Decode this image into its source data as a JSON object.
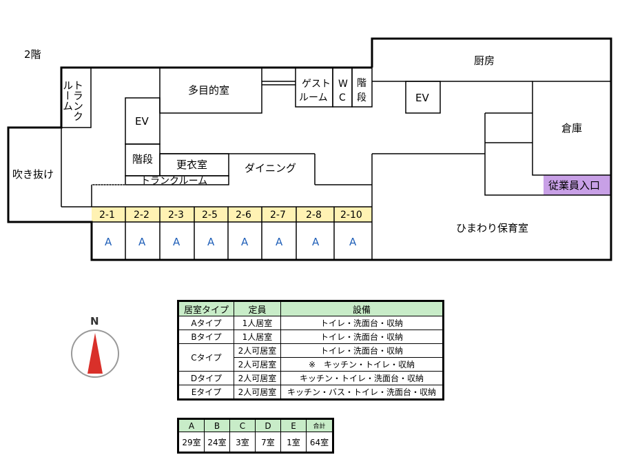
{
  "floor_label": "2階",
  "compass": {
    "north_label": "N"
  },
  "rooms": {
    "trunk_room_top": [
      "トランク",
      "ルーム"
    ],
    "ev_left": "EV",
    "multipurpose": "多目的室",
    "guest_room": [
      "ゲスト",
      "ルーム"
    ],
    "wc": [
      "W",
      "C"
    ],
    "stairs_mid": [
      "階",
      "段"
    ],
    "kitchen": "厨房",
    "ev_right": "EV",
    "storage": "倉庫",
    "staff_entrance": "従業員入口",
    "atrium": "吹き抜け",
    "stairs_left": "階段",
    "changing_room": "更衣室",
    "trunk_room_bottom": "トランクルーム",
    "dining": "ダイニング",
    "nursery": "ひまわり保育室"
  },
  "units": [
    {
      "no": "2-1",
      "type": "A"
    },
    {
      "no": "2-2",
      "type": "A"
    },
    {
      "no": "2-3",
      "type": "A"
    },
    {
      "no": "2-5",
      "type": "A"
    },
    {
      "no": "2-6",
      "type": "A"
    },
    {
      "no": "2-7",
      "type": "A"
    },
    {
      "no": "2-8",
      "type": "A"
    },
    {
      "no": "2-10",
      "type": "A"
    }
  ],
  "type_table": {
    "headers": [
      "居室タイプ",
      "定員",
      "設備"
    ],
    "rows": [
      {
        "type": "Aタイプ",
        "capacity": "1人居室",
        "equipment": "トイレ・洗面台・収納"
      },
      {
        "type": "Bタイプ",
        "capacity": "1人居室",
        "equipment": "トイレ・洗面台・収納"
      },
      {
        "type": "Cタイプ",
        "capacity": "2人可居室",
        "equipment": "トイレ・洗面台・収納",
        "capacity2": "2人可居室",
        "equipment2": "※　キッチン・トイレ・収納"
      },
      {
        "type": "Dタイプ",
        "capacity": "2人可居室",
        "equipment": "キッチン・トイレ・洗面台・収納"
      },
      {
        "type": "Eタイプ",
        "capacity": "2人可居室",
        "equipment": "キッチン・バス・トイレ・洗面台・収納"
      }
    ]
  },
  "count_table": {
    "headers": [
      "A",
      "B",
      "C",
      "D",
      "E",
      "合計"
    ],
    "values": [
      "29室",
      "24室",
      "3室",
      "7室",
      "1室",
      "64室"
    ]
  },
  "colors": {
    "unit_number_band": "#fff2b3",
    "staff_entrance": "#c8a0e6",
    "table_header": "#c8ecc8",
    "unit_type_text": "#1f5fb8",
    "compass_arrow": "#d9302a"
  }
}
